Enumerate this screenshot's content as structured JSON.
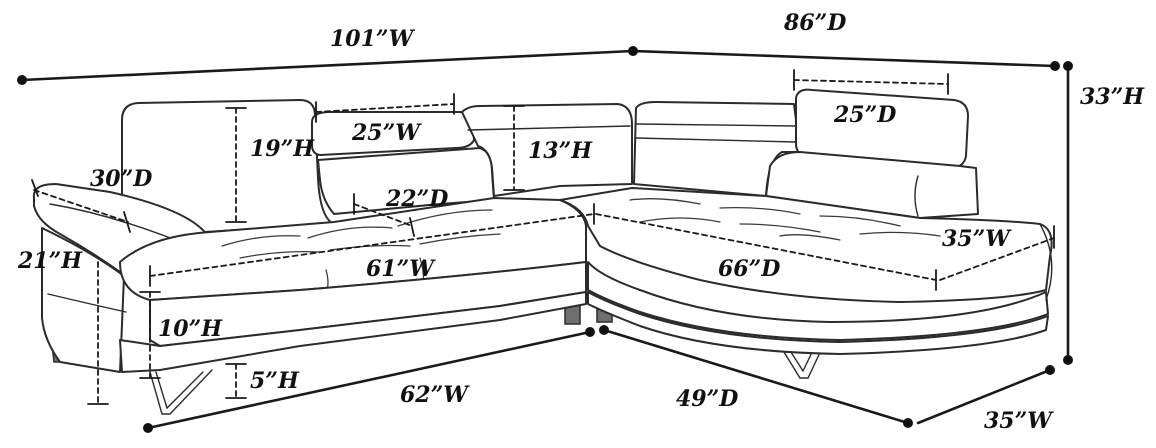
{
  "dimensions": {
    "overall_width": "101”W",
    "overall_depth": "86”D",
    "overall_height": "33”H",
    "left_headrest_height": "19”H",
    "left_headrest_width": "25”W",
    "arm_depth": "30”D",
    "arm_height": "21”H",
    "seat_depth_left": "22”D",
    "back_height": "13”H",
    "right_headrest_depth": "25”D",
    "seat_width_left": "61”W",
    "seat_depth_right": "66”D",
    "chaise_width": "35”W",
    "seat_height": "10”H",
    "leg_height": "5”H",
    "base_width": "62”W",
    "base_depth": "49”D",
    "chaise_base_width": "35”W"
  },
  "colors": {
    "line": "#1a1a1a",
    "leg": "#6f6f6f",
    "background": "#ffffff"
  }
}
